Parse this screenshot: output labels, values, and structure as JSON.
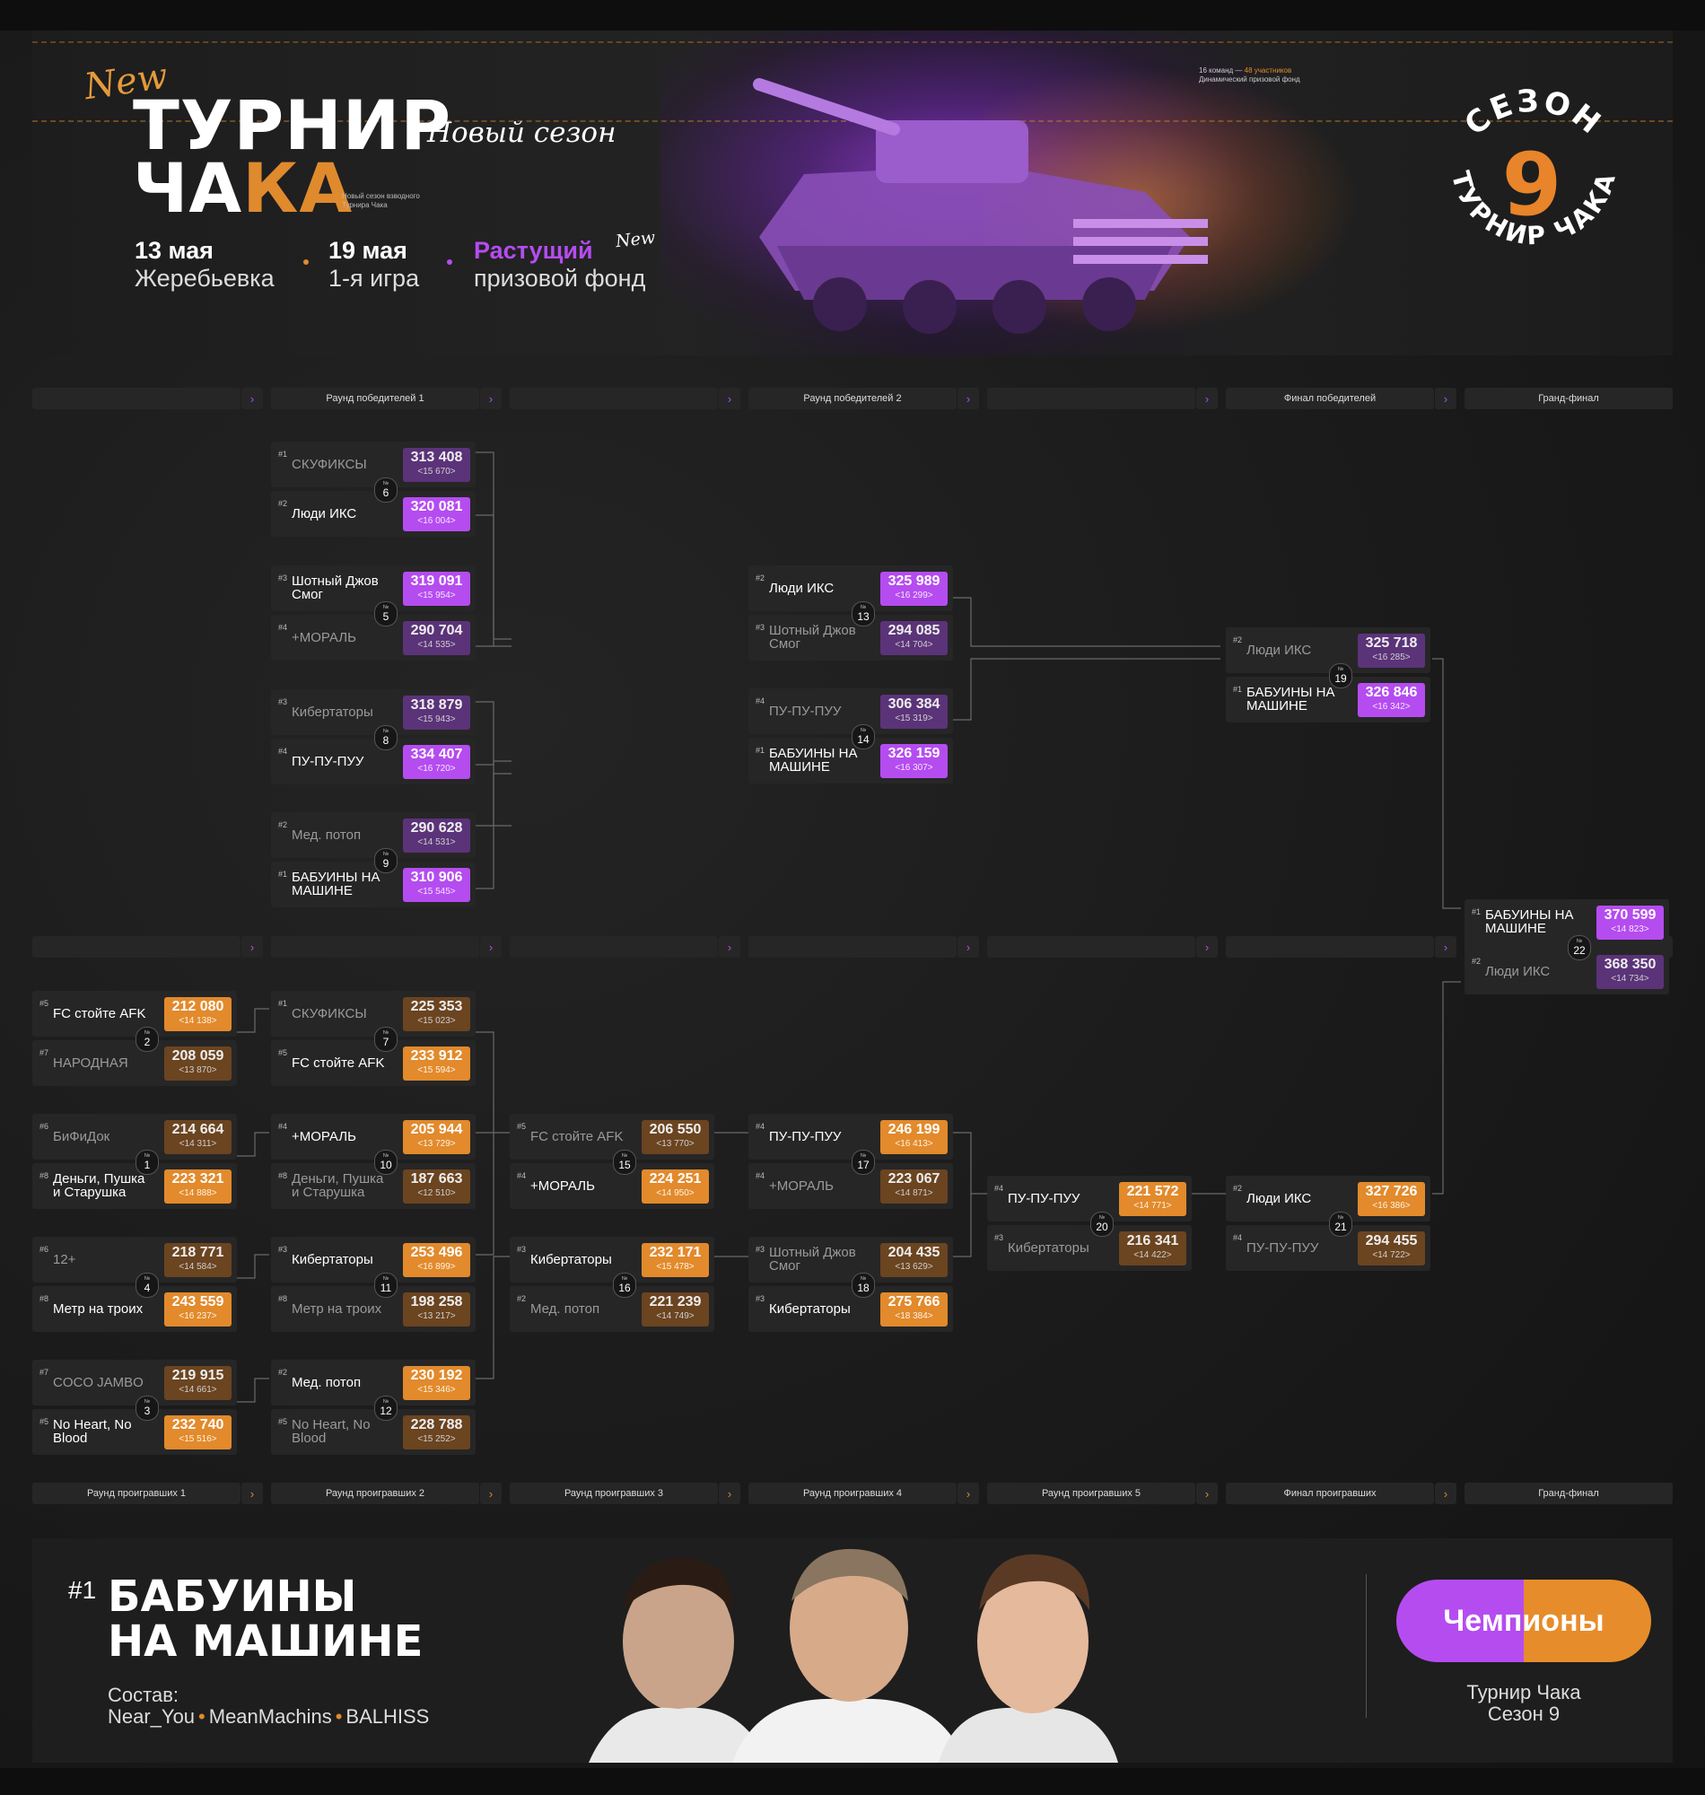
{
  "banner": {
    "new_script": "New",
    "title_line1": "ТУРНИР",
    "title_line2_a": "ЧА",
    "title_line2_b": "КА",
    "new_season": "Новый сезон",
    "small_caption": "Новый сезон взводного Турнира Чака",
    "dates": [
      {
        "big": "13 мая",
        "sub": "Жеребьевка"
      },
      {
        "big": "19 мая",
        "sub": "1-я игра"
      },
      {
        "big": "Растущий",
        "sub": "призовой фонд"
      }
    ],
    "new_small": "New",
    "info_a": "16 команд — ",
    "info_b": "48 участников",
    "info_c": "Динамический призовой фонд",
    "seal": {
      "top": "СЕЗОН",
      "number": "9",
      "bottom": "ТУРНИР ЧАКА"
    }
  },
  "headers_top": [
    "",
    "Раунд победителей 1",
    "",
    "Раунд победителей 2",
    "",
    "Финал победителей",
    "Гранд-финал"
  ],
  "headers_bottom": [
    "Раунд проигравших 1",
    "Раунд проигравших 2",
    "Раунд проигравших 3",
    "Раунд проигравших 4",
    "Раунд проигравших 5",
    "Финал проигравших",
    "Гранд-финал"
  ],
  "matches": [
    {
      "num": "6",
      "no": "№",
      "top": {
        "seed": "#1",
        "name": "СКУФИКСЫ",
        "score": "313 408",
        "sub": "<15 670>"
      },
      "bottom": {
        "seed": "#2",
        "name": "Люди ИКС",
        "score": "320 081",
        "sub": "<16 004>"
      }
    },
    {
      "num": "5",
      "no": "№",
      "top": {
        "seed": "#3",
        "name": "Шотный Джов Смог",
        "score": "319 091",
        "sub": "<15 954>"
      },
      "bottom": {
        "seed": "#4",
        "name": "+МОРАЛЬ",
        "score": "290 704",
        "sub": "<14 535>"
      }
    },
    {
      "num": "8",
      "no": "№",
      "top": {
        "seed": "#3",
        "name": "Кибертаторы",
        "score": "318 879",
        "sub": "<15 943>"
      },
      "bottom": {
        "seed": "#4",
        "name": "ПУ-ПУ-ПУУ",
        "score": "334 407",
        "sub": "<16 720>"
      }
    },
    {
      "num": "9",
      "no": "№",
      "top": {
        "seed": "#2",
        "name": "Мед. потоп",
        "score": "290 628",
        "sub": "<14 531>"
      },
      "bottom": {
        "seed": "#1",
        "name": "БАБУИНЫ НА МАШИНЕ",
        "score": "310 906",
        "sub": "<15 545>"
      }
    },
    {
      "num": "13",
      "no": "№",
      "top": {
        "seed": "#2",
        "name": "Люди ИКС",
        "score": "325 989",
        "sub": "<16 299>"
      },
      "bottom": {
        "seed": "#3",
        "name": "Шотный Джов Смог",
        "score": "294 085",
        "sub": "<14 704>"
      }
    },
    {
      "num": "14",
      "no": "№",
      "top": {
        "seed": "#4",
        "name": "ПУ-ПУ-ПУУ",
        "score": "306 384",
        "sub": "<15 319>"
      },
      "bottom": {
        "seed": "#1",
        "name": "БАБУИНЫ НА МАШИНЕ",
        "score": "326 159",
        "sub": "<16 307>"
      }
    },
    {
      "num": "19",
      "no": "№",
      "top": {
        "seed": "#2",
        "name": "Люди ИКС",
        "score": "325 718",
        "sub": "<16 285>"
      },
      "bottom": {
        "seed": "#1",
        "name": "БАБУИНЫ НА МАШИНЕ",
        "score": "326 846",
        "sub": "<16 342>"
      }
    },
    {
      "num": "22",
      "no": "№",
      "top": {
        "seed": "#1",
        "name": "БАБУИНЫ НА МАШИНЕ",
        "score": "370 599",
        "sub": "<14 823>"
      },
      "bottom": {
        "seed": "#2",
        "name": "Люди ИКС",
        "score": "368 350",
        "sub": "<14 734>"
      }
    },
    {
      "num": "2",
      "no": "№",
      "top": {
        "seed": "#5",
        "name": "FC стойте AFK",
        "score": "212 080",
        "sub": "<14 138>"
      },
      "bottom": {
        "seed": "#7",
        "name": "НАРОДНАЯ",
        "score": "208 059",
        "sub": "<13 870>"
      }
    },
    {
      "num": "1",
      "no": "№",
      "top": {
        "seed": "#6",
        "name": "БиФиДок",
        "score": "214 664",
        "sub": "<14 311>"
      },
      "bottom": {
        "seed": "#8",
        "name": "Деньги, Пушка и Старушка",
        "score": "223 321",
        "sub": "<14 888>"
      }
    },
    {
      "num": "4",
      "no": "№",
      "top": {
        "seed": "#6",
        "name": "12+",
        "score": "218 771",
        "sub": "<14 584>"
      },
      "bottom": {
        "seed": "#8",
        "name": "Метр на троих",
        "score": "243 559",
        "sub": "<16 237>"
      }
    },
    {
      "num": "3",
      "no": "№",
      "top": {
        "seed": "#7",
        "name": "COCO JAMBO",
        "score": "219 915",
        "sub": "<14 661>"
      },
      "bottom": {
        "seed": "#5",
        "name": "No Heart, No Blood",
        "score": "232 740",
        "sub": "<15 516>"
      }
    },
    {
      "num": "7",
      "no": "№",
      "top": {
        "seed": "#1",
        "name": "СКУФИКСЫ",
        "score": "225 353",
        "sub": "<15 023>"
      },
      "bottom": {
        "seed": "#5",
        "name": "FC стойте AFK",
        "score": "233 912",
        "sub": "<15 594>"
      }
    },
    {
      "num": "10",
      "no": "№",
      "top": {
        "seed": "#4",
        "name": "+МОРАЛЬ",
        "score": "205 944",
        "sub": "<13 729>"
      },
      "bottom": {
        "seed": "#8",
        "name": "Деньги, Пушка и Старушка",
        "score": "187 663",
        "sub": "<12 510>"
      }
    },
    {
      "num": "11",
      "no": "№",
      "top": {
        "seed": "#3",
        "name": "Кибертаторы",
        "score": "253 496",
        "sub": "<16 899>"
      },
      "bottom": {
        "seed": "#8",
        "name": "Метр на троих",
        "score": "198 258",
        "sub": "<13 217>"
      }
    },
    {
      "num": "12",
      "no": "№",
      "top": {
        "seed": "#2",
        "name": "Мед. потоп",
        "score": "230 192",
        "sub": "<15 346>"
      },
      "bottom": {
        "seed": "#5",
        "name": "No Heart, No Blood",
        "score": "228 788",
        "sub": "<15 252>"
      }
    },
    {
      "num": "15",
      "no": "№",
      "top": {
        "seed": "#5",
        "name": "FC стойте AFK",
        "score": "206 550",
        "sub": "<13 770>"
      },
      "bottom": {
        "seed": "#4",
        "name": "+МОРАЛЬ",
        "score": "224 251",
        "sub": "<14 950>"
      }
    },
    {
      "num": "16",
      "no": "№",
      "top": {
        "seed": "#3",
        "name": "Кибертаторы",
        "score": "232 171",
        "sub": "<15 478>"
      },
      "bottom": {
        "seed": "#2",
        "name": "Мед. потоп",
        "score": "221 239",
        "sub": "<14 749>"
      }
    },
    {
      "num": "17",
      "no": "№",
      "top": {
        "seed": "#4",
        "name": "ПУ-ПУ-ПУУ",
        "score": "246 199",
        "sub": "<16 413>"
      },
      "bottom": {
        "seed": "#4",
        "name": "+МОРАЛЬ",
        "score": "223 067",
        "sub": "<14 871>"
      }
    },
    {
      "num": "18",
      "no": "№",
      "top": {
        "seed": "#3",
        "name": "Шотный Джов Смог",
        "score": "204 435",
        "sub": "<13 629>"
      },
      "bottom": {
        "seed": "#3",
        "name": "Кибертаторы",
        "score": "275 766",
        "sub": "<18 384>"
      }
    },
    {
      "num": "20",
      "no": "№",
      "top": {
        "seed": "#4",
        "name": "ПУ-ПУ-ПУУ",
        "score": "221 572",
        "sub": "<14 771>"
      },
      "bottom": {
        "seed": "#3",
        "name": "Кибертаторы",
        "score": "216 341",
        "sub": "<14 422>"
      }
    },
    {
      "num": "21",
      "no": "№",
      "top": {
        "seed": "#2",
        "name": "Люди ИКС",
        "score": "327 726",
        "sub": "<16 386>"
      },
      "bottom": {
        "seed": "#4",
        "name": "ПУ-ПУ-ПУУ",
        "score": "294 455",
        "sub": "<14 722>"
      }
    }
  ],
  "champion": {
    "rank": "#1",
    "name_line1": "БАБУИНЫ",
    "name_line2": "НА МАШИНЕ",
    "roster_label": "Состав:",
    "players": [
      "Near_You",
      "MeanMachins",
      "BALHISS"
    ],
    "badge": "Чемпионы",
    "subtitle_line1": "Турнир Чака",
    "subtitle_line2": "Сезон 9"
  },
  "colors": {
    "purple": "#b54cf0",
    "orange": "#e28a2c",
    "background": "#161616",
    "card": "#262626"
  }
}
